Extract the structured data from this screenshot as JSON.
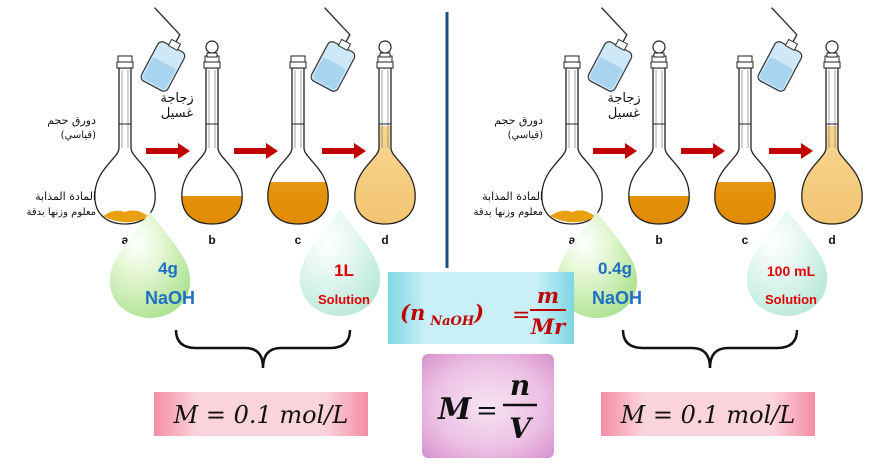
{
  "panels": [
    {
      "id": "left",
      "flask_label_ar": [
        "دورق حجم",
        "(قياسي)"
      ],
      "solute_label_ar": [
        "المادة المذابة",
        "معلوم وزنها بدقة"
      ],
      "wash_bottle_label_ar": [
        "زجاجة",
        "غسيل"
      ],
      "step_letters": [
        "a",
        "b",
        "c",
        "d"
      ],
      "mass_drop": [
        "4g",
        "NaOH"
      ],
      "volume_drop": [
        "1L",
        "Solution"
      ],
      "result": "M = 0.1 mol/L"
    },
    {
      "id": "right",
      "flask_label_ar": [
        "دورق حجم",
        "(قياسي)"
      ],
      "solute_label_ar": [
        "المادة المذابة",
        "معلوم وزنها بدقة"
      ],
      "wash_bottle_label_ar": [
        "زجاجة",
        "غسيل"
      ],
      "step_letters": [
        "a",
        "b",
        "c",
        "d"
      ],
      "mass_drop": [
        "0.4g",
        "NaOH"
      ],
      "volume_drop": [
        "100 mL",
        "Solution"
      ],
      "result": "M = 0.1 mol/L"
    }
  ],
  "formulas": {
    "moles": {
      "lhs": "n",
      "sub": "NaOH",
      "num": "m",
      "den": "Mr"
    },
    "molarity": {
      "lhs": "M",
      "num": "n",
      "den": "V"
    }
  },
  "colors": {
    "divider": "#1f4e79",
    "arrow": "#c00000",
    "solution_orange": "#f0a020",
    "solution_pale": "#f8d890",
    "drop_fill": "#d4f0b4",
    "drop_text_blue": "#1e70c0",
    "drop_text_red": "#e00000",
    "result_box": "#f9b8c4",
    "moles_box": "#a6e4ec",
    "molarity_box": "#e6aedd",
    "formula_red": "#c00000"
  }
}
